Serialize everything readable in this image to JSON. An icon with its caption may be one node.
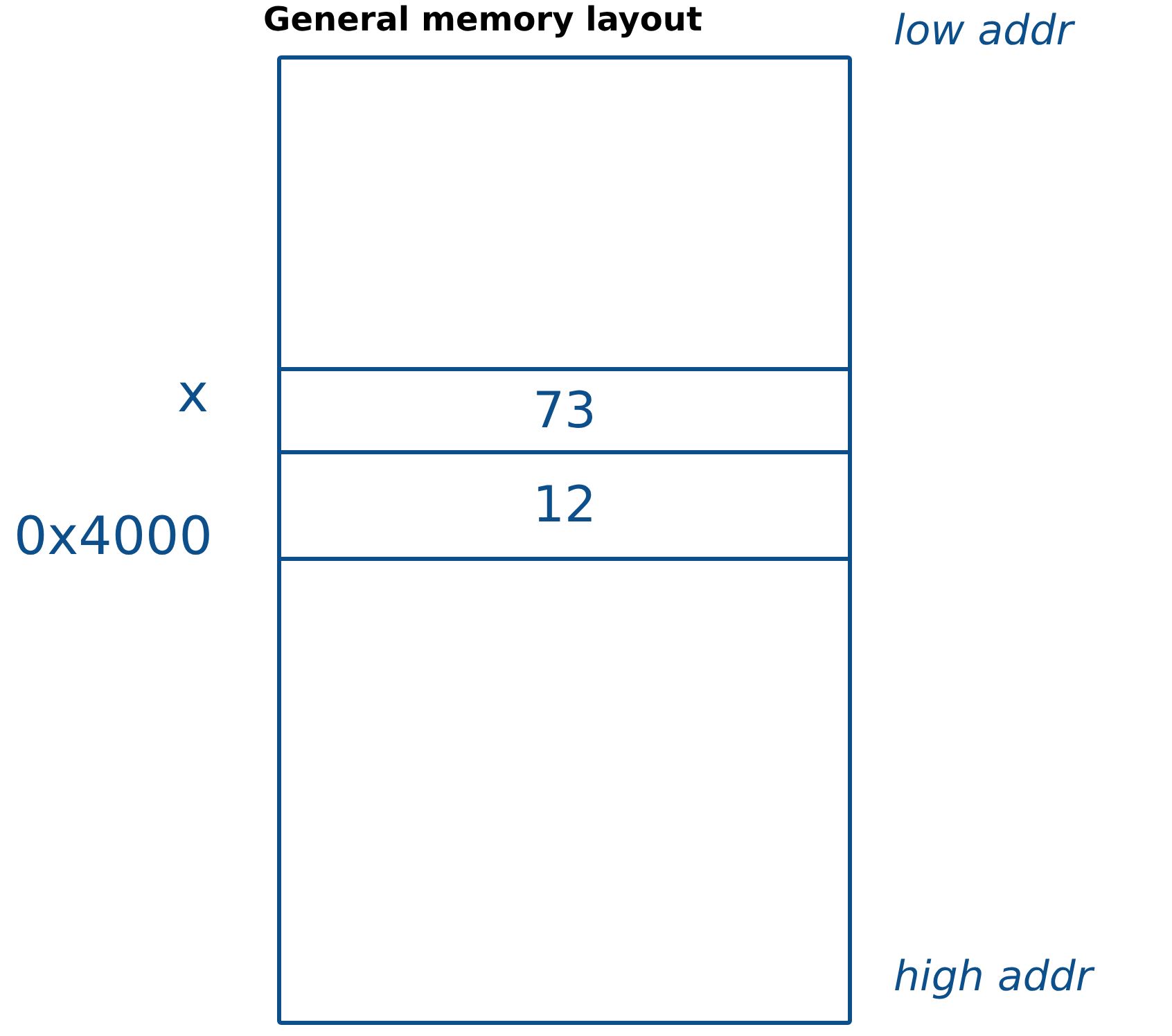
{
  "diagram": {
    "title": "General memory layout",
    "nodes": [
      {
        "text": [],
        "shape": "box"
      },
      {
        "text": [
          "73"
        ],
        "in": 0,
        "beside": [
          "x"
        ]
      },
      {
        "text": [
          "12"
        ],
        "in": 0,
        "beside": [
          "0x4000"
        ]
      }
    ],
    "labels": [
      "low addr",
      "high addr"
    ]
  }
}
